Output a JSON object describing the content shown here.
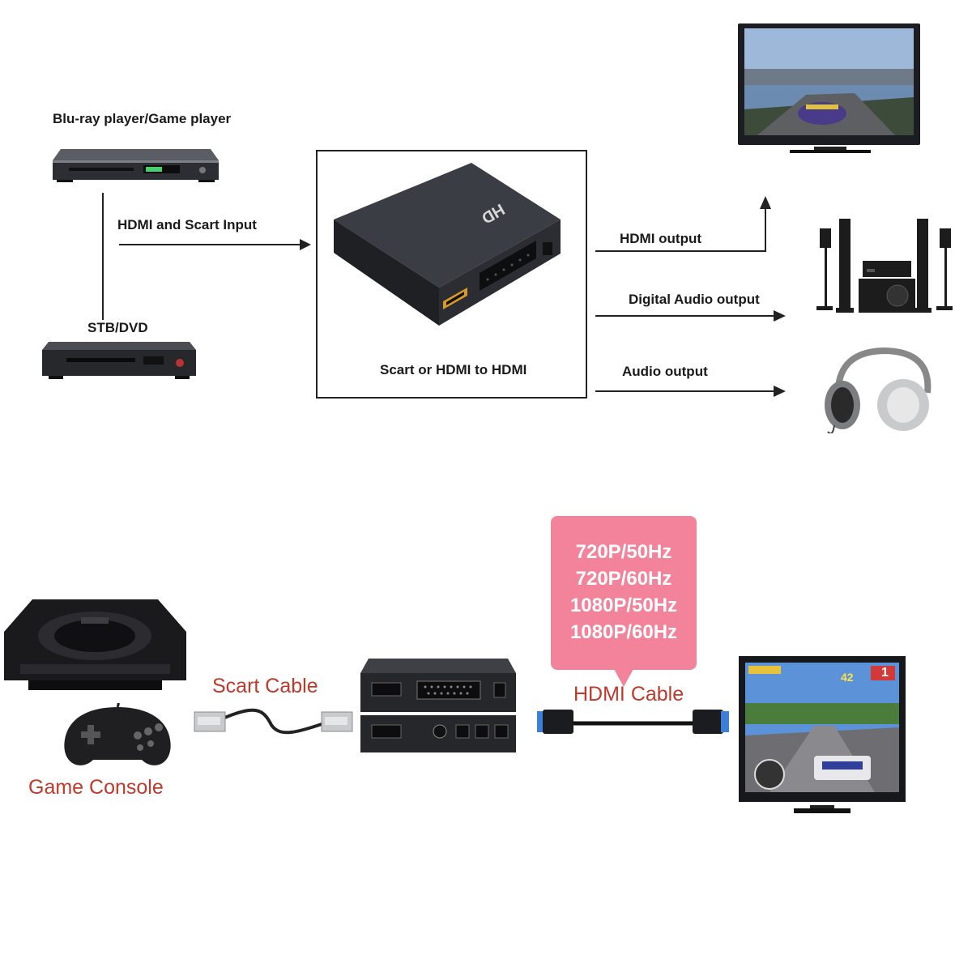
{
  "top": {
    "source_label": "Blu-ray player/Game player",
    "stb_label": "STB/DVD",
    "input_label": "HDMI and Scart Input",
    "converter_label": "Scart or HDMI to HDMI",
    "converter_brand": "HD",
    "converter_subtitle": "Video Converter",
    "outputs": [
      {
        "label": "HDMI output"
      },
      {
        "label": "Digital Audio output"
      },
      {
        "label": "Audio output"
      }
    ]
  },
  "bottom": {
    "console_label": "Game Console",
    "scart_cable_label": "Scart Cable",
    "hdmi_cable_label": "HDMI Cable",
    "resolutions": [
      "720P/50Hz",
      "720P/60Hz",
      "1080P/50Hz",
      "1080P/60Hz"
    ],
    "hud_race_number": "42",
    "hud_position": "1"
  },
  "colors": {
    "accent_red": "#c0392b",
    "bubble_pink": "#f2839a",
    "device_dark": "#2a2c31",
    "hdmi_connector_blue": "#3d7fd6"
  }
}
